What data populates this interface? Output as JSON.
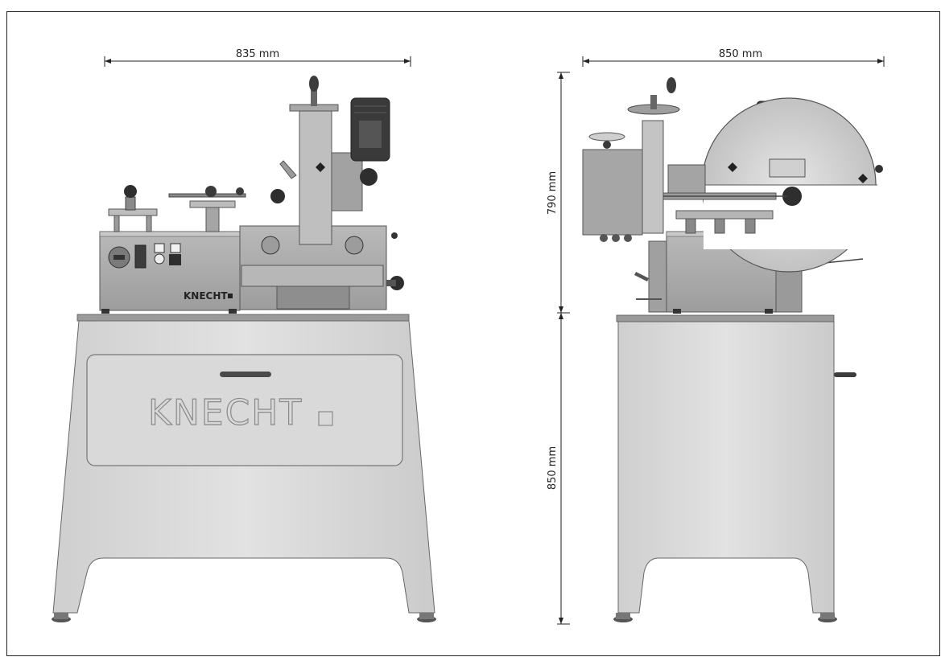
{
  "dimensions": {
    "front_width": "835 mm",
    "side_width": "850 mm",
    "machine_height": "790 mm",
    "stand_height": "850 mm"
  },
  "branding": {
    "panel_logo": "KNECHT",
    "stand_logo": "KNECHT"
  },
  "colors": {
    "metal_light": "#d6d6d6",
    "metal_mid": "#a9a9a9",
    "metal_dark": "#6e6e6e",
    "motor": "#3a3a3a",
    "line": "#333333"
  }
}
